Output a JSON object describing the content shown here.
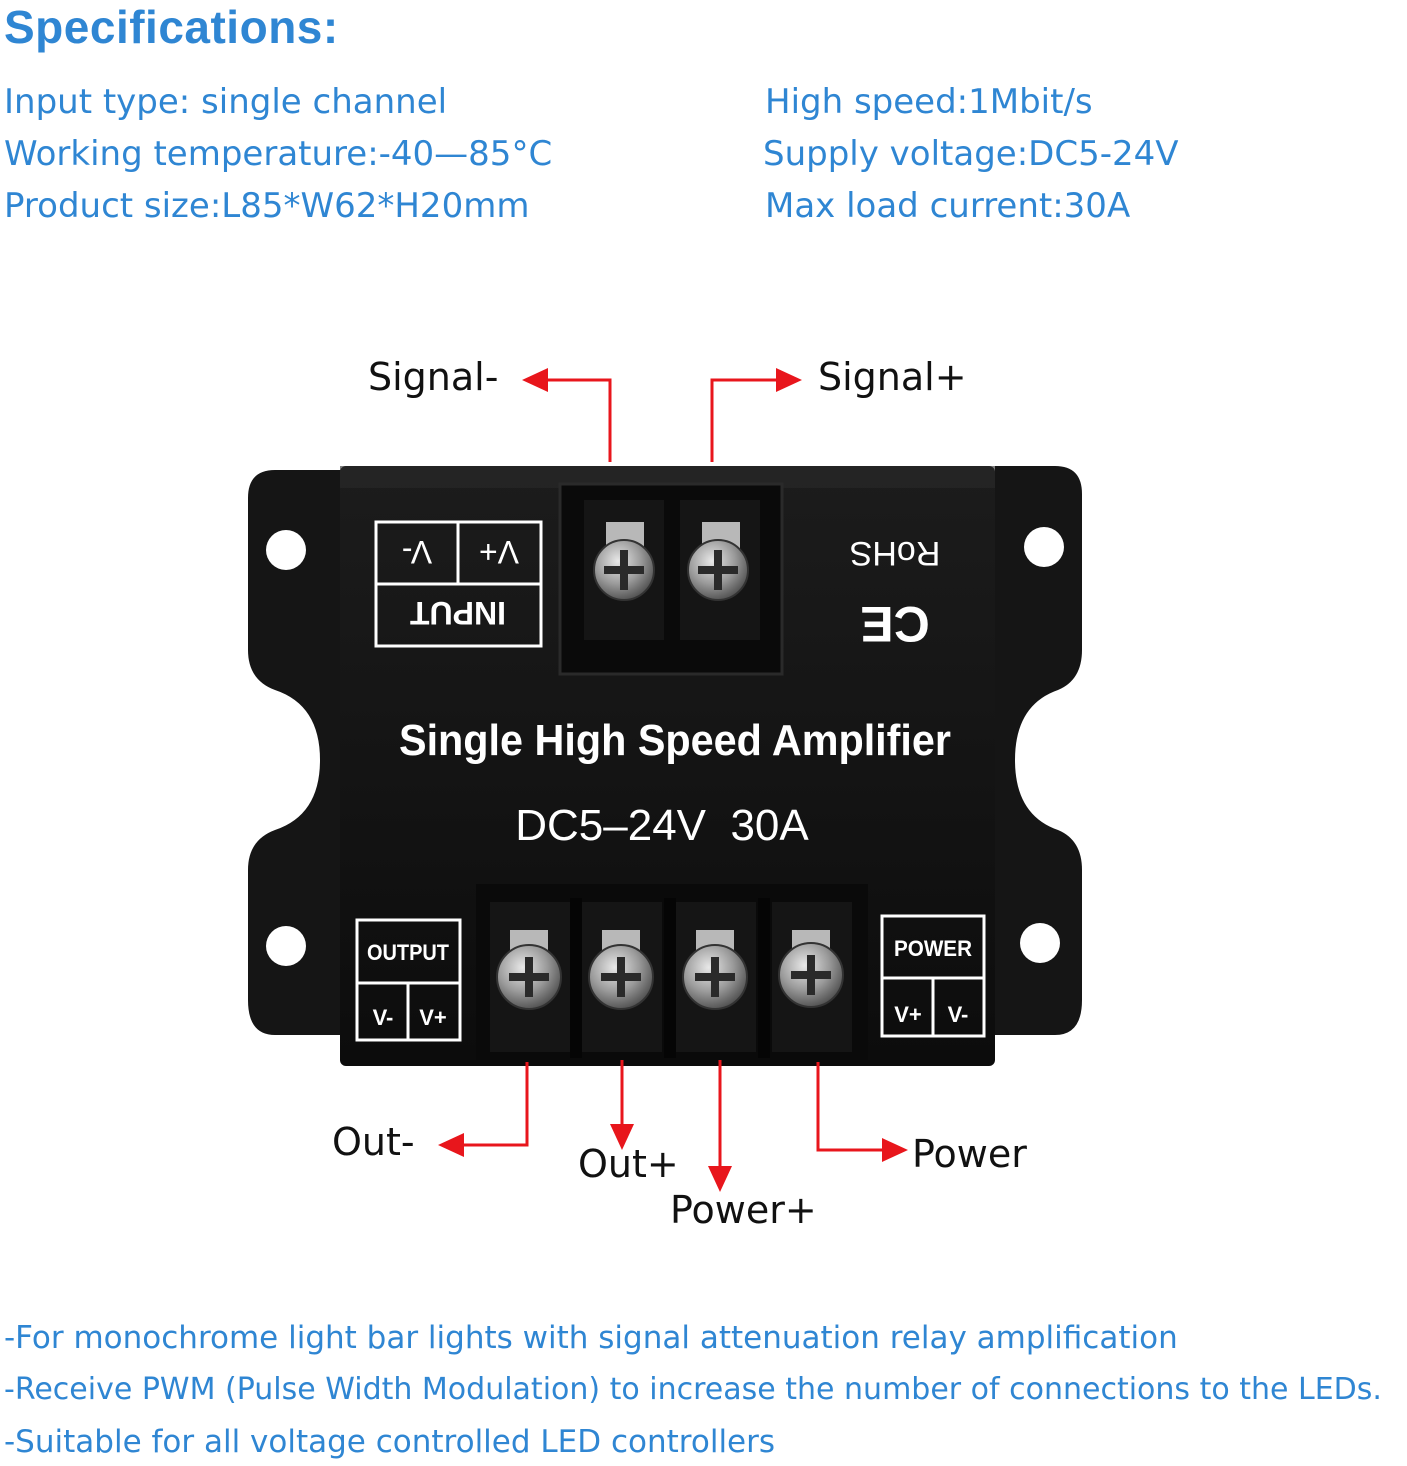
{
  "heading": "Specifications:",
  "specs_left": [
    "Input type: single channel",
    "Working temperature:-40—85°C",
    "Product size:L85*W62*H20mm"
  ],
  "specs_right": [
    "High speed:1Mbit/s",
    "Supply voltage:DC5-24V",
    "Max load current:30A"
  ],
  "device": {
    "title": "Single High Speed Amplifier",
    "rating": "DC5–24V  30A",
    "input_label": "INPUT",
    "input_vminus": "V-",
    "input_vplus": "V+",
    "rohs": "RoHS",
    "ce": "CE",
    "output_label": "OUTPUT",
    "output_vminus": "V-",
    "output_vplus": "V+",
    "power_label": "POWER",
    "power_vplus": "V+",
    "power_vminus": "V-"
  },
  "callouts": {
    "signal_minus": "Signal-",
    "signal_plus": "Signal+",
    "out_minus": "Out-",
    "out_plus": "Out+",
    "power_plus": "Power+",
    "power": "Power"
  },
  "colors": {
    "accent_blue": "#2f86d3",
    "arrow_red": "#e8161c",
    "device_black": "#121212"
  },
  "features": [
    "-For monochrome light bar lights with signal attenuation relay amplification",
    "-Receive PWM (Pulse Width Modulation) to increase the number of connections to the LEDs.",
    "-Suitable for all voltage controlled LED controllers"
  ]
}
